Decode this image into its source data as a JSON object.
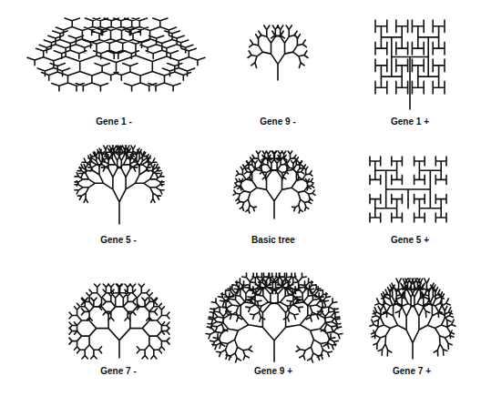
{
  "diagram": {
    "labels": [
      "Gene 1 -",
      "Gene 9 -",
      "Gene 1 +",
      "Gene 5 -",
      "Basic tree",
      "Gene 5 +",
      "Gene 7 -",
      "Gene 9 +",
      "Gene 7 +"
    ]
  }
}
